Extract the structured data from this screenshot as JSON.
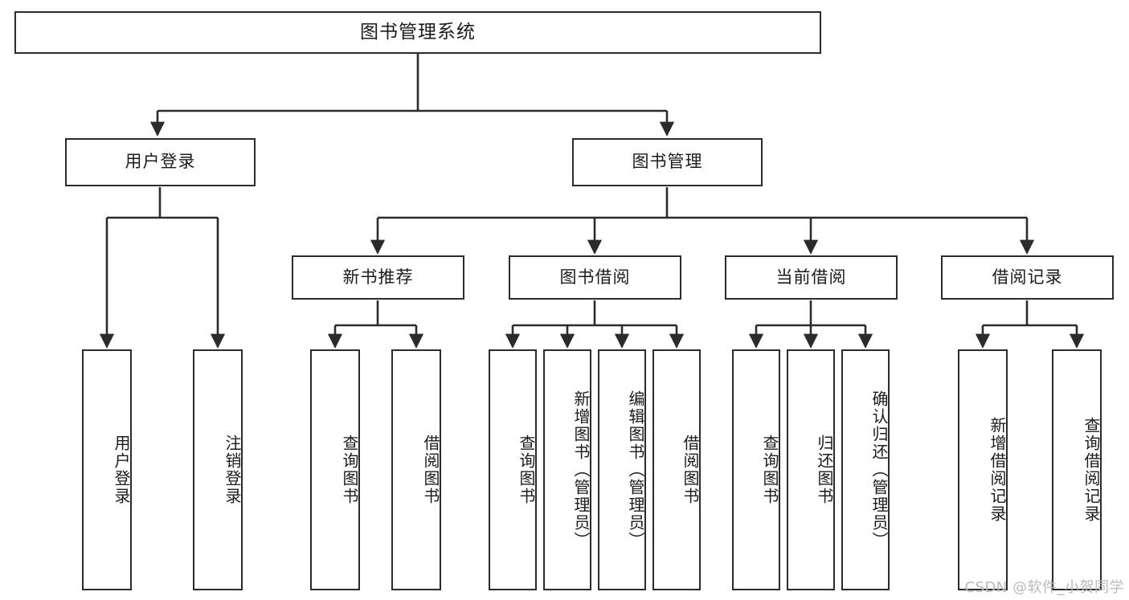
{
  "diagram": {
    "title": "图书管理系统",
    "type": "tree-hierarchy",
    "root": {
      "id": "root",
      "label": "图书管理系统"
    },
    "level2": [
      {
        "id": "user-login",
        "label": "用户登录"
      },
      {
        "id": "book-manage",
        "label": "图书管理"
      }
    ],
    "level3": [
      {
        "id": "new-book-recommend",
        "label": "新书推荐",
        "parent": "book-manage"
      },
      {
        "id": "book-borrow",
        "label": "图书借阅",
        "parent": "book-manage"
      },
      {
        "id": "current-borrow",
        "label": "当前借阅",
        "parent": "book-manage"
      },
      {
        "id": "borrow-record",
        "label": "借阅记录",
        "parent": "book-manage"
      }
    ],
    "leaves": {
      "user_login": [
        {
          "id": "leaf-user-login",
          "label": "用户登录"
        },
        {
          "id": "leaf-logout",
          "label": "注销登录"
        }
      ],
      "new_book_recommend": [
        {
          "id": "leaf-query-book-1",
          "label": "查询图书"
        },
        {
          "id": "leaf-borrow-book-1",
          "label": "借阅图书"
        }
      ],
      "book_borrow": [
        {
          "id": "leaf-query-book-2",
          "label": "查询图书"
        },
        {
          "id": "leaf-add-book",
          "label": "新增图书（管理员）"
        },
        {
          "id": "leaf-edit-book",
          "label": "编辑图书（管理员）"
        },
        {
          "id": "leaf-borrow-book-2",
          "label": "借阅图书"
        }
      ],
      "current_borrow": [
        {
          "id": "leaf-query-book-3",
          "label": "查询图书"
        },
        {
          "id": "leaf-return-book",
          "label": "归还图书"
        },
        {
          "id": "leaf-confirm-return",
          "label": "确认归还（管理员）"
        }
      ],
      "borrow_record": [
        {
          "id": "leaf-add-record",
          "label": "新增借阅记录"
        },
        {
          "id": "leaf-query-record",
          "label": "查询借阅记录"
        }
      ]
    }
  },
  "watermark": {
    "text": "CSDN @软件_小贺同学"
  },
  "colors": {
    "border": "#2b2b2b",
    "background": "#ffffff",
    "text": "#1b1b1b",
    "connector": "#2b2b2b",
    "watermark": "#b9b9b9"
  }
}
